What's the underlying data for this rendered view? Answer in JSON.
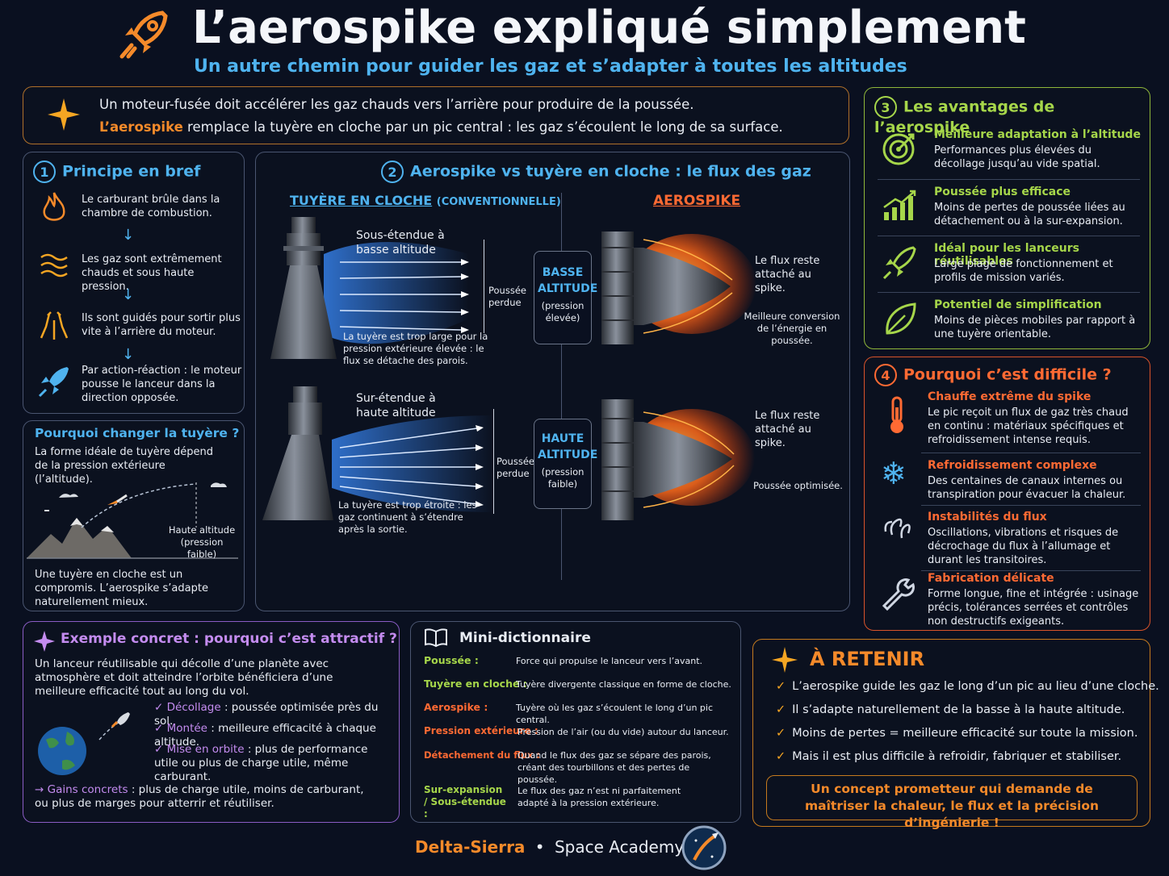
{
  "header": {
    "title": "L’aerospike expliqué simplement",
    "subtitle": "Un autre chemin pour guider les gaz et s’adapter à toutes les altitudes"
  },
  "intro": {
    "line1": "Un moteur-fusée doit accélérer les gaz chauds vers l’arrière pour produire de la poussée.",
    "term": "L’aerospike",
    "line2": "remplace la tuyère en cloche par un pic central : les gaz s’écoulent le long de sa surface."
  },
  "principle": {
    "num": "1",
    "title": "Principe en bref",
    "steps": [
      "Le carburant brûle dans la chambre de combustion.",
      "Les gaz sont extrêmement chauds et sous haute pression.",
      "Ils sont guidés pour sortir plus vite à l’arrière du moteur.",
      "Par action-réaction : le moteur pousse le lanceur dans la direction opposée."
    ]
  },
  "why_change": {
    "title": "Pourquoi changer la tuyère ?",
    "text": "La forme idéale de tuyère dépend de la pression extérieure (l’altitude).",
    "alt_label": "Haute altitude (pression faible)",
    "conclusion": "Une tuyère en cloche est un compromis. L’aerospike s’adapte naturellement mieux."
  },
  "compare": {
    "num": "2",
    "title": "Aerospike vs tuyère en cloche : le flux des gaz",
    "col_left_main": "TUYÈRE EN CLOCHE",
    "col_left_sub": "(CONVENTIONNELLE)",
    "col_right": "AEROSPIKE",
    "low": {
      "bell_title": "Sous-étendue à basse altitude",
      "loss": "Poussée perdue",
      "bell_note": "La tuyère est trop large pour la pression extérieure élevée : le flux se détache des parois.",
      "mid_main": "BASSE ALTITUDE",
      "mid_sub": "(pression élevée)",
      "spike_note1": "Le flux reste attaché au spike.",
      "spike_note2": "Meilleure conversion de l’énergie en poussée."
    },
    "high": {
      "bell_title": "Sur-étendue à haute altitude",
      "loss": "Poussée perdue",
      "bell_note": "La tuyère est trop étroite : les gaz continuent à s’étendre après la sortie.",
      "mid_main": "HAUTE ALTITUDE",
      "mid_sub": "(pression faible)",
      "spike_note1": "Le flux reste attaché au spike.",
      "spike_note2": "Poussée optimisée."
    }
  },
  "advantages": {
    "num": "3",
    "title": "Les avantages de l’aerospike",
    "items": [
      {
        "title": "Meilleure adaptation à l’altitude",
        "text": "Performances plus élevées du décollage jusqu’au vide spatial."
      },
      {
        "title": "Poussée plus efficace",
        "text": "Moins de pertes de poussée liées au détachement ou à la sur-expansion."
      },
      {
        "title": "Idéal pour les lanceurs réutilisables",
        "text": "Large plage de fonctionnement et profils de mission variés."
      },
      {
        "title": "Potentiel de simplification",
        "text": "Moins de pièces mobiles par rapport à une tuyère orientable."
      }
    ]
  },
  "difficult": {
    "num": "4",
    "title": "Pourquoi c’est difficile ?",
    "items": [
      {
        "title": "Chauffe extrême du spike",
        "text": "Le pic reçoit un flux de gaz très chaud en continu : matériaux spécifiques et refroidissement intense requis."
      },
      {
        "title": "Refroidissement complexe",
        "text": "Des centaines de canaux internes ou transpiration pour évacuer la chaleur."
      },
      {
        "title": "Instabilités du flux",
        "text": "Oscillations, vibrations et risques de décrochage du flux à l’allumage et durant les transitoires."
      },
      {
        "title": "Fabrication délicate",
        "text": "Forme longue, fine et intégrée : usinage précis, tolérances serrées et contrôles non destructifs exigeants."
      }
    ]
  },
  "example": {
    "title": "Exemple concret : pourquoi c’est attractif ?",
    "text": "Un lanceur réutilisable qui décolle d’une planète avec atmosphère et doit atteindre l’orbite bénéficiera d’une meilleure efficacité tout au long du vol.",
    "items": [
      {
        "term": "Décollage",
        "text": " : poussée optimisée près du sol."
      },
      {
        "term": "Montée",
        "text": " : meilleure efficacité à chaque altitude."
      },
      {
        "term": "Mise en orbite",
        "text": " : plus de performance utile ou plus de charge utile, même carburant."
      }
    ],
    "gain_term": "Gains concrets",
    "gain_text": " : plus de charge utile, moins de carburant, ou plus de marges pour atterrir et réutiliser."
  },
  "dictionary": {
    "title": "Mini-dictionnaire",
    "entries": [
      {
        "term": "Poussée :",
        "def": "Force qui propulse le lanceur vers l’avant."
      },
      {
        "term": "Tuyère en cloche :",
        "def": "Tuyère divergente classique en forme de cloche."
      },
      {
        "term": "Aerospike :",
        "def": "Tuyère où les gaz s’écoulent le long d’un pic central."
      },
      {
        "term": "Pression extérieure :",
        "def": "Pression de l’air (ou du vide) autour du lanceur."
      },
      {
        "term": "Détachement du flux :",
        "def": "Quand le flux des gaz se sépare des parois, créant des tourbillons et des pertes de poussée."
      },
      {
        "term": "Sur-expansion / Sous-étendue :",
        "def": "Le flux des gaz n’est ni parfaitement adapté à la pression extérieure."
      }
    ]
  },
  "retain": {
    "title": "À RETENIR",
    "items": [
      "L’aerospike guide les gaz le long d’un pic au lieu d’une cloche.",
      "Il s’adapte naturellement de la basse à la haute altitude.",
      "Moins de pertes = meilleure efficacité sur toute la mission.",
      "Mais il est plus difficile à refroidir, fabriquer et stabiliser."
    ],
    "conclusion": "Un concept prometteur qui demande de maîtriser la chaleur, le flux et la précision d’ingénierie !"
  },
  "footer": {
    "brand": "Delta-Sierra",
    "dot": "•",
    "academy": "Space Academy"
  },
  "colors": {
    "orange": "#f58a2a",
    "blue": "#4fb3ef",
    "green": "#a6d64a",
    "red": "#ff6a33",
    "purple": "#c48cf0"
  }
}
